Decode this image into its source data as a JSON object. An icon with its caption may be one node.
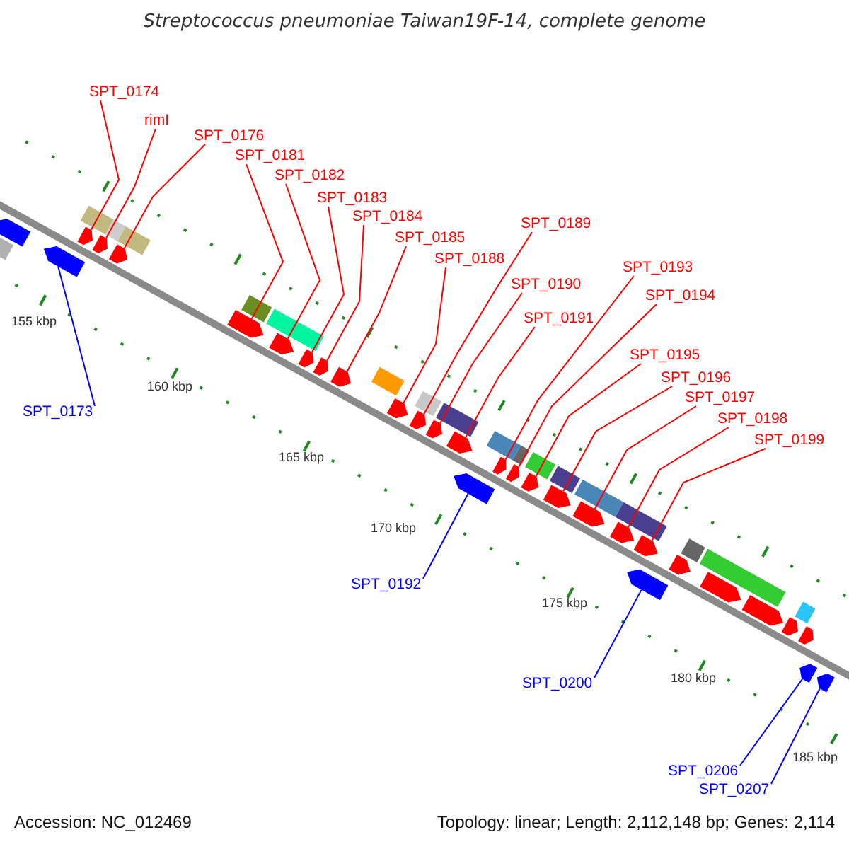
{
  "diagram": {
    "title": "Streptococcus pneumoniae Taiwan19F-14, complete genome",
    "nodes": [
      {
        "text": [
          "SPT_0174"
        ]
      },
      {
        "text": [
          "rimI"
        ]
      },
      {
        "text": [
          "SPT_0176"
        ]
      },
      {
        "text": [
          "SPT_0181"
        ]
      },
      {
        "text": [
          "SPT_0182"
        ]
      },
      {
        "text": [
          "SPT_0183"
        ]
      },
      {
        "text": [
          "SPT_0184"
        ]
      },
      {
        "text": [
          "SPT_0185"
        ]
      },
      {
        "text": [
          "SPT_0188"
        ]
      },
      {
        "text": [
          "SPT_0189"
        ]
      },
      {
        "text": [
          "SPT_0190"
        ]
      },
      {
        "text": [
          "SPT_0191"
        ]
      },
      {
        "text": [
          "SPT_0193"
        ]
      },
      {
        "text": [
          "SPT_0194"
        ]
      },
      {
        "text": [
          "SPT_0195"
        ]
      },
      {
        "text": [
          "SPT_0196"
        ]
      },
      {
        "text": [
          "SPT_0197"
        ]
      },
      {
        "text": [
          "SPT_0198"
        ]
      },
      {
        "text": [
          "SPT_0199"
        ]
      },
      {
        "text": [
          "SPT_0173"
        ]
      },
      {
        "text": [
          "SPT_0192"
        ]
      },
      {
        "text": [
          "SPT_0200"
        ]
      },
      {
        "text": [
          "SPT_0206"
        ]
      },
      {
        "text": [
          "SPT_0207"
        ]
      },
      {
        "text": [],
        "shape": "arrow"
      },
      {
        "text": [],
        "shape": "arrow"
      },
      {
        "text": [],
        "shape": "arrow"
      },
      {
        "text": [],
        "shape": "arrow"
      },
      {
        "text": [],
        "shape": "arrow"
      },
      {
        "text": [],
        "shape": "arrow"
      },
      {
        "text": [],
        "shape": "arrow"
      },
      {
        "text": [],
        "shape": "arrow"
      },
      {
        "text": [],
        "shape": "arrow"
      },
      {
        "text": [],
        "shape": "arrow"
      },
      {
        "text": [],
        "shape": "arrow"
      },
      {
        "text": [],
        "shape": "arrow"
      },
      {
        "text": [],
        "shape": "arrow"
      },
      {
        "text": [],
        "shape": "arrow"
      },
      {
        "text": [],
        "shape": "arrow"
      },
      {
        "text": [],
        "shape": "arrow"
      },
      {
        "text": [],
        "shape": "arrow"
      },
      {
        "text": [],
        "shape": "arrow"
      },
      {
        "text": [],
        "shape": "arrow"
      },
      {
        "text": [],
        "shape": "arrow"
      },
      {
        "text": [],
        "shape": "arrow"
      },
      {
        "text": [],
        "shape": "arrow"
      },
      {
        "text": [],
        "shape": "arrow"
      },
      {
        "text": [],
        "shape": "arrow"
      },
      {
        "text": [],
        "shape": "arrow"
      },
      {
        "text": [],
        "shape": "arrow"
      },
      {
        "text": [],
        "shape": "arrow"
      },
      {
        "text": [],
        "shape": "arrow"
      },
      {
        "text": [],
        "shape": "arrow"
      },
      {
        "text": [],
        "shape": "arrow"
      }
    ],
    "edges": [
      {
        "from": 0,
        "to": 24,
        "arrow": "none"
      },
      {
        "from": 1,
        "to": 25,
        "arrow": "none"
      },
      {
        "from": 2,
        "to": 26,
        "arrow": "none"
      },
      {
        "from": 3,
        "to": 27,
        "arrow": "none"
      },
      {
        "from": 4,
        "to": 28,
        "arrow": "none"
      },
      {
        "from": 5,
        "to": 29,
        "arrow": "none"
      },
      {
        "from": 6,
        "to": 30,
        "arrow": "none"
      },
      {
        "from": 7,
        "to": 31,
        "arrow": "none"
      },
      {
        "from": 8,
        "to": 32,
        "arrow": "none"
      },
      {
        "from": 9,
        "to": 33,
        "arrow": "none"
      },
      {
        "from": 10,
        "to": 34,
        "arrow": "none"
      },
      {
        "from": 11,
        "to": 35,
        "arrow": "none"
      },
      {
        "from": 12,
        "to": 36,
        "arrow": "none"
      },
      {
        "from": 13,
        "to": 37,
        "arrow": "none"
      },
      {
        "from": 14,
        "to": 38,
        "arrow": "none"
      },
      {
        "from": 15,
        "to": 39,
        "arrow": "none"
      },
      {
        "from": 16,
        "to": 40,
        "arrow": "none"
      },
      {
        "from": 17,
        "to": 41,
        "arrow": "none"
      },
      {
        "from": 18,
        "to": 42,
        "arrow": "none"
      },
      {
        "from": 19,
        "to": 43,
        "arrow": "none",
        "color": "#0000ff"
      },
      {
        "from": 20,
        "to": 44,
        "arrow": "none",
        "color": "#0000ff"
      },
      {
        "from": 21,
        "to": 45,
        "arrow": "none",
        "color": "#0000ff"
      },
      {
        "from": 22,
        "to": 46,
        "arrow": "none",
        "color": "#0000ff"
      },
      {
        "from": 23,
        "to": 47,
        "arrow": "none",
        "color": "#0000ff"
      }
    ],
    "labels": [
      "155 kbp",
      "160 kbp",
      "165 kbp",
      "170 kbp",
      "175 kbp",
      "180 kbp",
      "185 kbp",
      "Accession: NC_012469",
      "Topology: linear; Length: 2,112,148 bp; Genes: 2,114"
    ]
  }
}
